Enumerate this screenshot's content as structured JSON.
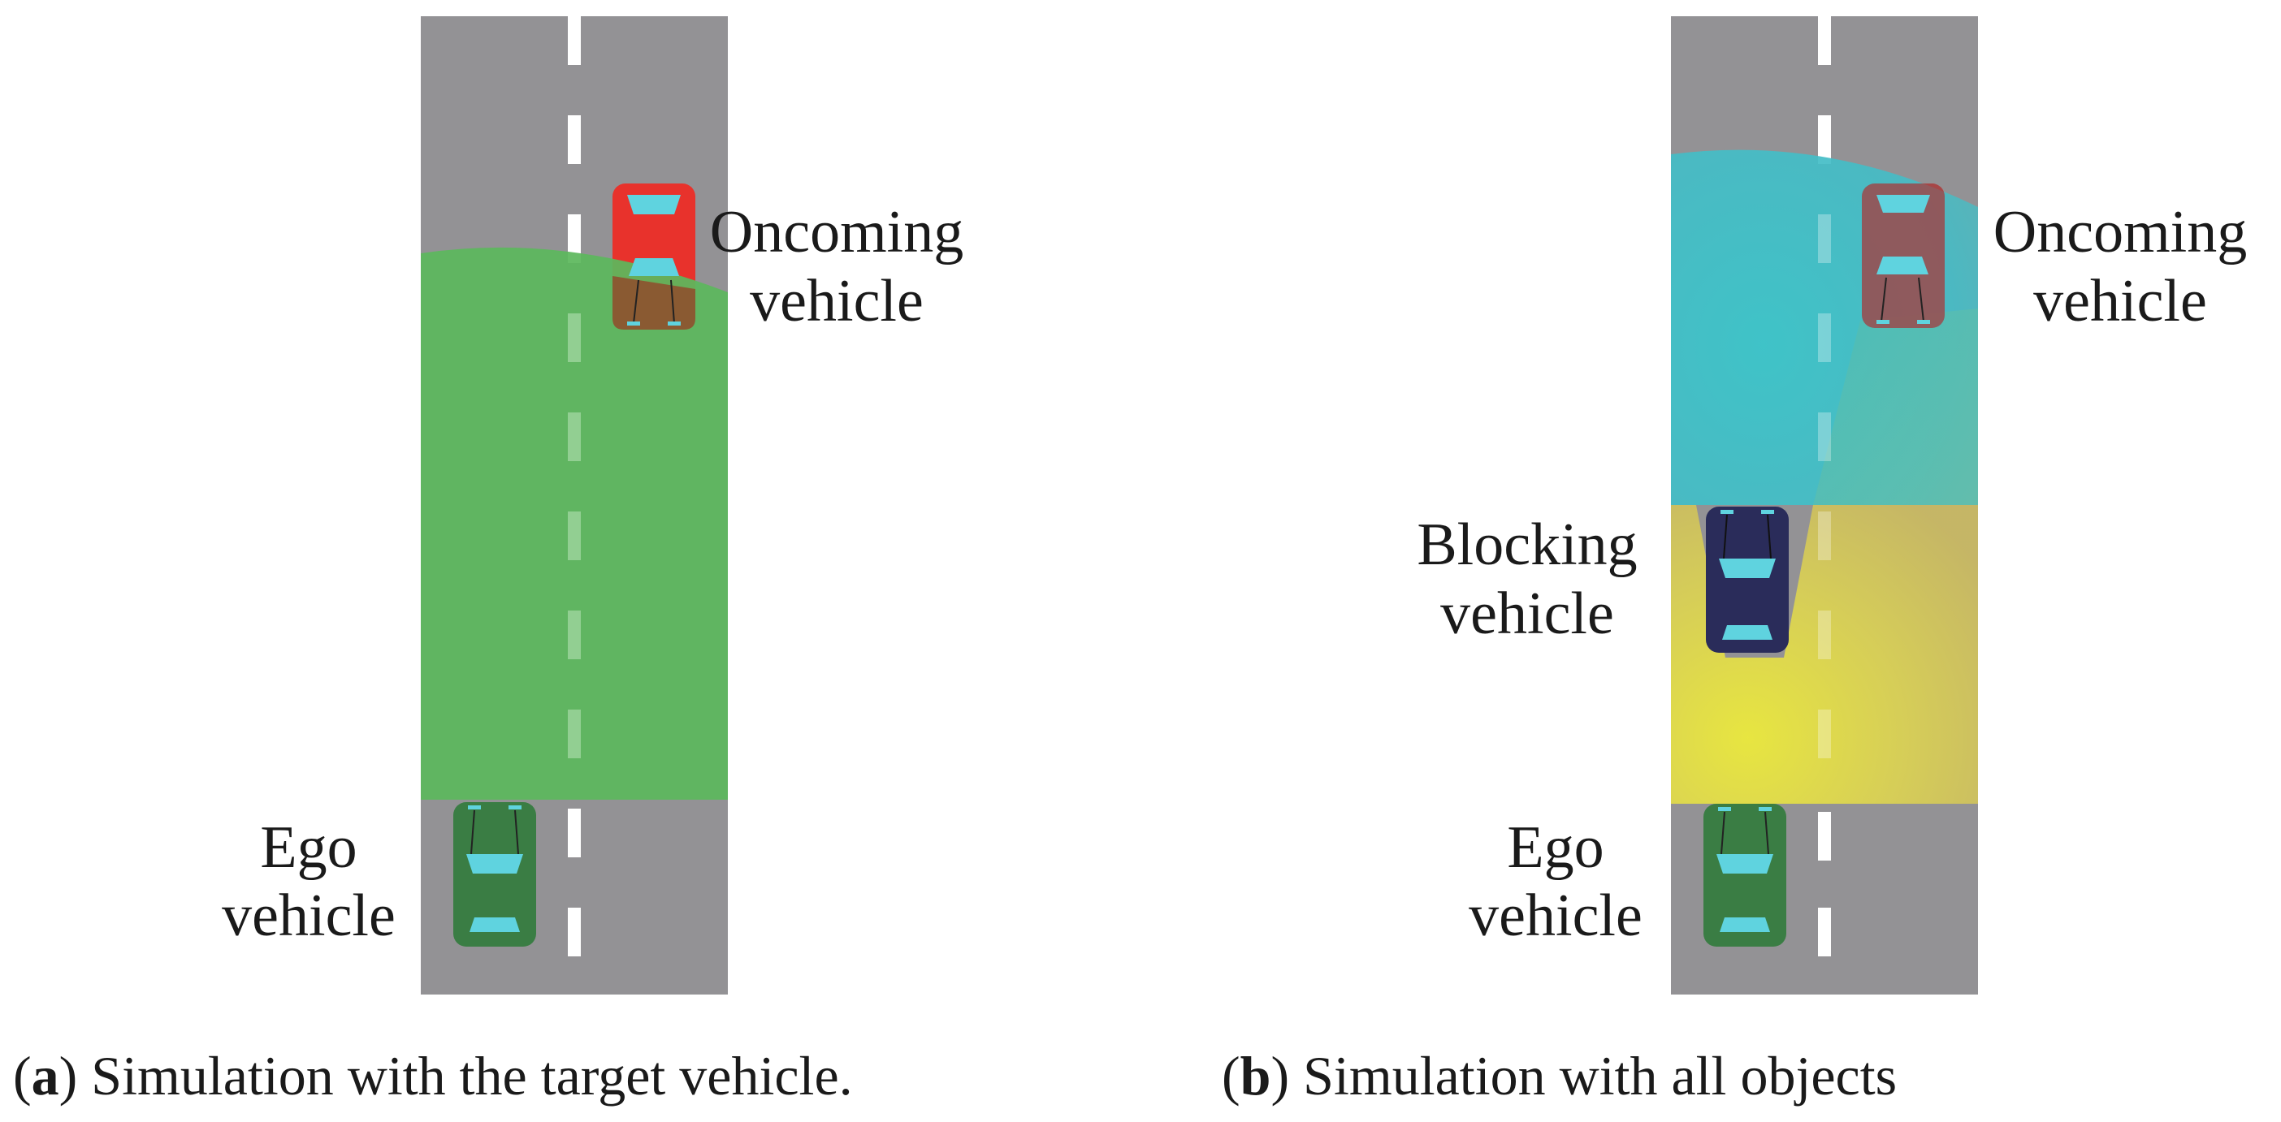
{
  "panel_a": {
    "oncoming_line1": "Oncoming",
    "oncoming_line2": "vehicle",
    "ego_line1": "Ego",
    "ego_line2": "vehicle",
    "caption_open": "(",
    "caption_letter": "a",
    "caption_text": ") Simulation with the target vehicle."
  },
  "panel_b": {
    "oncoming_line1": "Oncoming",
    "oncoming_line2": "vehicle",
    "blocking_line1": "Blocking",
    "blocking_line2": "vehicle",
    "ego_line1": "Ego",
    "ego_line2": "vehicle",
    "caption_open": "(",
    "caption_letter": "b",
    "caption_text": ") Simulation with all objects"
  },
  "colors": {
    "road": "#939295",
    "lane_marking": "#ffffff",
    "ego_car": "#3a7d44",
    "oncoming_car": "#e8322c",
    "blocking_car": "#2a2c5a",
    "window": "#5fd3df",
    "green_region": "#5cb85c",
    "cyan_region": "#3cc0c8",
    "yellow_region": "#e6e44a"
  }
}
